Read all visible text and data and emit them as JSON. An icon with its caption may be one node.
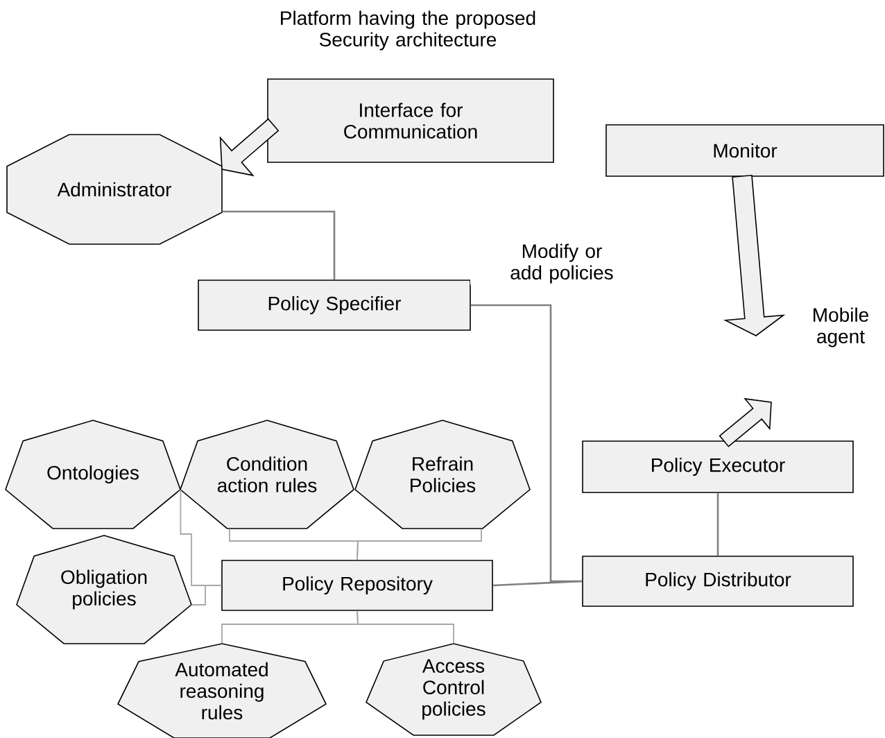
{
  "diagram": {
    "title": "Platform having the proposed Security architecture",
    "nodes": [
      {
        "text": [
          "Interface for Communication"
        ]
      },
      {
        "text": [
          "Administrator"
        ]
      },
      {
        "text": [
          "Monitor"
        ]
      },
      {
        "text": [
          "Policy Specifier"
        ]
      },
      {
        "text": [
          "Policy Executor"
        ]
      },
      {
        "text": [
          "Ontologies"
        ]
      },
      {
        "text": [
          "Condition action rules"
        ]
      },
      {
        "text": [
          "Refrain Policies"
        ]
      },
      {
        "text": [
          "Obligation policies"
        ]
      },
      {
        "text": [
          "Policy Repository"
        ]
      },
      {
        "text": [
          "Policy Distributor"
        ]
      },
      {
        "text": [
          "Automated reasoning rules"
        ]
      },
      {
        "text": [
          "Access Control policies"
        ]
      }
    ],
    "edges": [
      {
        "from": 0,
        "to": 1,
        "arrow": "to"
      },
      {
        "from": 1,
        "to": 3,
        "arrow": "none"
      },
      {
        "from": 3,
        "to": 10,
        "arrow": "none",
        "label": "Modify or add policies"
      },
      {
        "from": 9,
        "to": 10,
        "arrow": "none"
      },
      {
        "from": 10,
        "to": 4,
        "arrow": "none"
      },
      {
        "from": 2,
        "to": null,
        "arrow": "to",
        "label": "Mobile agent"
      },
      {
        "from": 4,
        "to": null,
        "arrow": "to"
      },
      {
        "from": 9,
        "to": 5,
        "arrow": "none",
        "color": "#a6a6a6"
      },
      {
        "from": 9,
        "to": 6,
        "arrow": "none",
        "color": "#a6a6a6"
      },
      {
        "from": 9,
        "to": 7,
        "arrow": "none",
        "color": "#a6a6a6"
      },
      {
        "from": 9,
        "to": 8,
        "arrow": "none",
        "color": "#a6a6a6"
      },
      {
        "from": 9,
        "to": 11,
        "arrow": "none",
        "color": "#a6a6a6"
      },
      {
        "from": 9,
        "to": 12,
        "arrow": "none",
        "color": "#a6a6a6"
      }
    ]
  }
}
